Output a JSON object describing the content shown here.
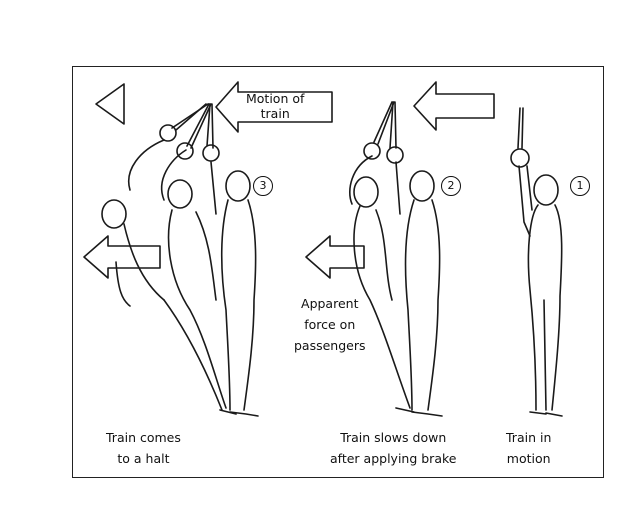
{
  "labels": {
    "motion_of_train": [
      "Motion of",
      "train"
    ],
    "apparent_force": [
      "Apparent",
      "force on",
      "passengers"
    ]
  },
  "captions": {
    "halt": [
      "Train comes",
      "to a halt"
    ],
    "braking": [
      "Train slows down",
      "after applying brake"
    ],
    "moving": [
      "Train in",
      "motion"
    ]
  },
  "stage_numbers": {
    "halt": "3",
    "braking": "2",
    "moving": "1"
  }
}
